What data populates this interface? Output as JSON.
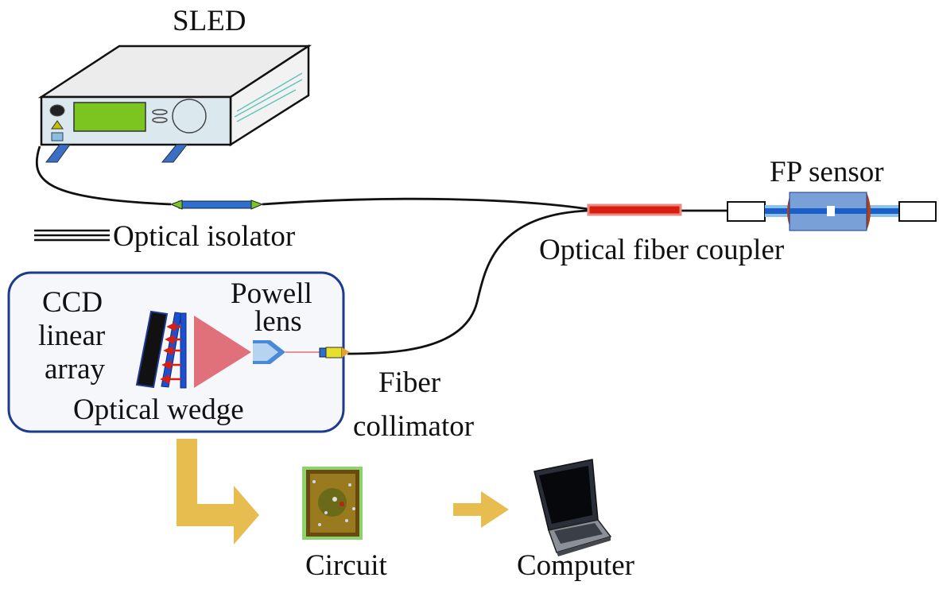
{
  "figure": {
    "title": "Optical fiber FP sensor demodulation system",
    "components": {
      "sled": {
        "label": "SLED"
      },
      "optical_isolator": {
        "label": "Optical isolator"
      },
      "fp_sensor": {
        "label": "FP sensor"
      },
      "coupler": {
        "label": "Optical fiber coupler"
      },
      "ccd": {
        "label_lines": [
          "CCD",
          "linear",
          "array"
        ]
      },
      "powell_lens": {
        "label_lines": [
          "Powell",
          "lens"
        ]
      },
      "optical_wedge": {
        "label": "Optical wedge"
      },
      "fiber_collimator": {
        "label_lines": [
          "Fiber",
          "collimator"
        ]
      },
      "circuit": {
        "label": "Circuit"
      },
      "computer": {
        "label": "Computer"
      }
    },
    "colors": {
      "box_border": "#1d3a8f",
      "box_fill": "#f5f7fa",
      "arrow": "#e8bd4f",
      "fiber": "#111111",
      "isolator": "#2f6fd0",
      "coupler": "#d81e10",
      "fp_body": "#7aa0d8",
      "beam": "#e0707a",
      "screen": "#7cc520"
    }
  }
}
